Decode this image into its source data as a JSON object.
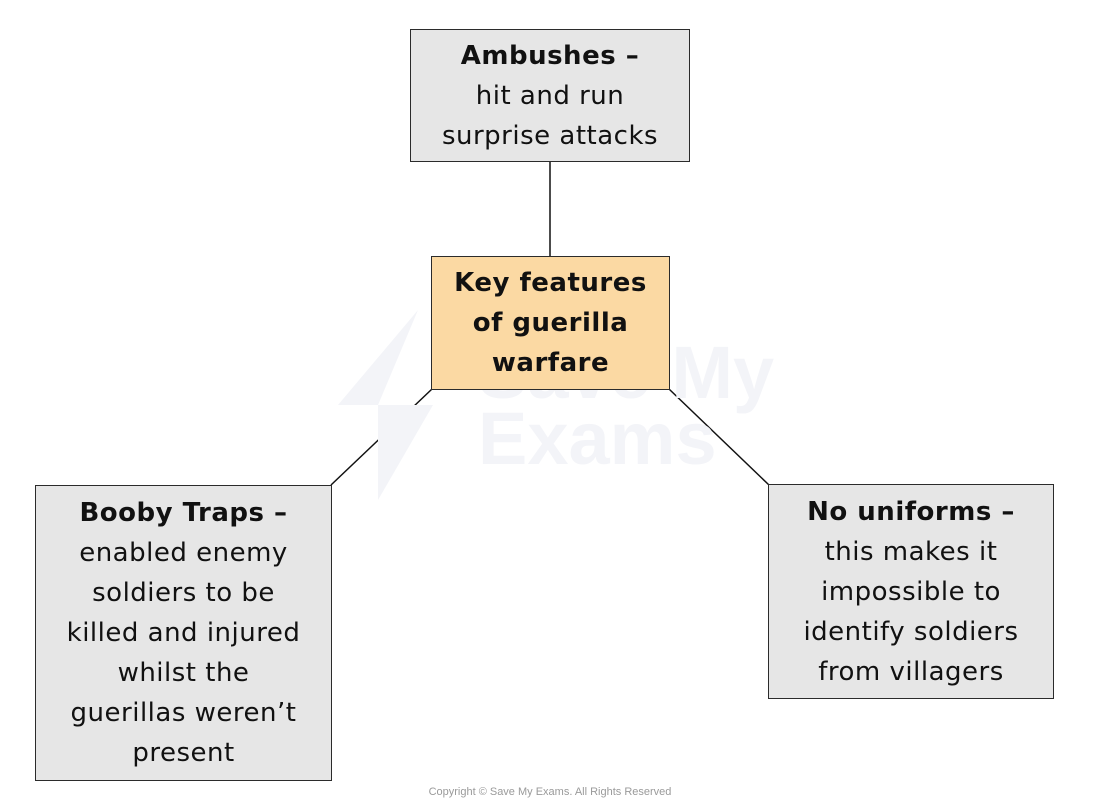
{
  "center": {
    "lines": [
      "Key features",
      "of guerilla",
      "warfare"
    ],
    "fill": "#fbd9a3"
  },
  "top_node": {
    "heading": "Ambushes –",
    "lines": [
      "hit and run",
      "surprise attacks"
    ]
  },
  "left_node": {
    "heading": "Booby Traps –",
    "lines": [
      "enabled enemy",
      "soldiers to be",
      "killed and injured",
      "whilst the",
      "guerillas weren’t",
      "present"
    ]
  },
  "right_node": {
    "heading": "No uniforms –",
    "lines": [
      "this makes it",
      "impossible to",
      "identify soldiers",
      "from villagers"
    ]
  },
  "node_fill": "#e6e6e6",
  "watermark": {
    "line1": "Save My",
    "line2": "Exams"
  },
  "footer": {
    "copyright": "Copyright © Save My Exams. All Rights Reserved"
  }
}
